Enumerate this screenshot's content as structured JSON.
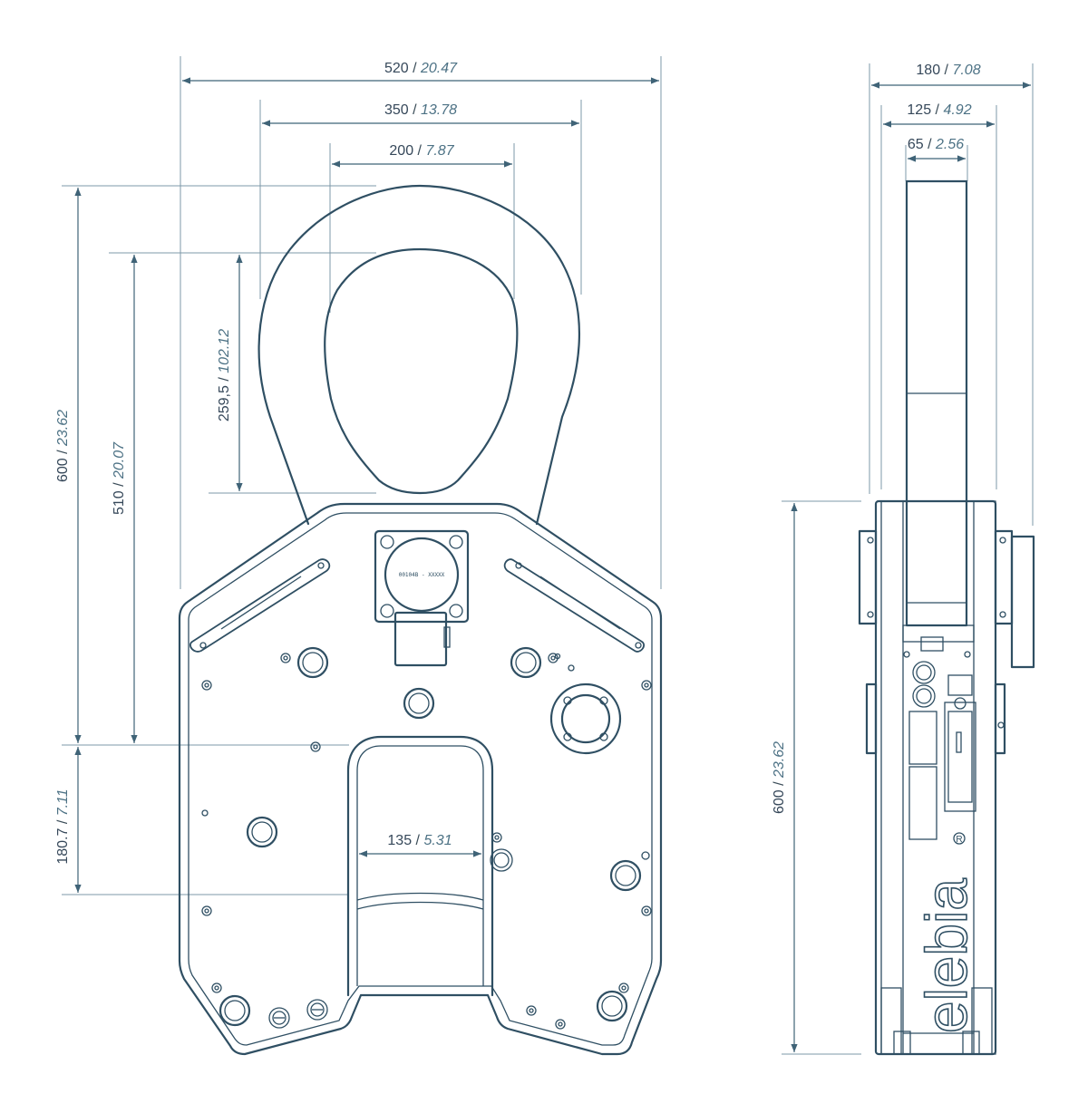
{
  "colors": {
    "line": "#2f4f63",
    "dimension": "#3f6377",
    "extension": "#7d98a8",
    "background": "#ffffff"
  },
  "front_view": {
    "dimensions": {
      "overall_width": {
        "mm": "520",
        "inch": "20.47"
      },
      "eye_outer_width": {
        "mm": "350",
        "inch": "13.78"
      },
      "eye_inner_width": {
        "mm": "200",
        "inch": "7.87"
      },
      "overall_height": {
        "mm": "600",
        "inch": "23.62"
      },
      "eye_to_jaw_height": {
        "mm": "510",
        "inch": "20.07"
      },
      "eye_inner_height": {
        "mm": "259,5",
        "inch": "102.12"
      },
      "jaw_depth": {
        "mm": "180.7",
        "inch": "7.11"
      },
      "jaw_opening": {
        "mm": "135",
        "inch": "5.31"
      }
    },
    "cover_marking": "00104B - XXXXX"
  },
  "side_view": {
    "dimensions": {
      "overall_thickness": {
        "mm": "180",
        "inch": "7.08"
      },
      "body_thickness": {
        "mm": "125",
        "inch": "4.92"
      },
      "eye_thickness": {
        "mm": "65",
        "inch": "2.56"
      },
      "overall_height": {
        "mm": "600",
        "inch": "23.62"
      }
    },
    "brand": "elebia",
    "registered_mark": "R"
  }
}
